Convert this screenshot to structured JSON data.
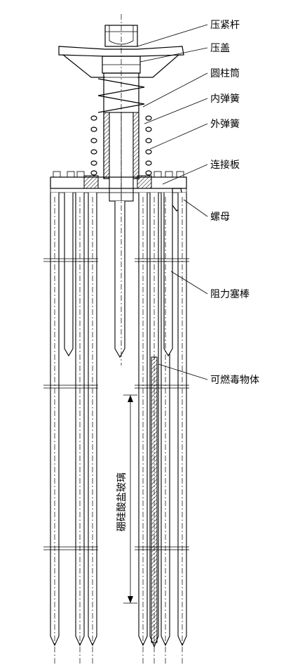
{
  "labels": {
    "compression_rod": "压紧杆",
    "cap": "压盖",
    "cylinder": "圆柱筒",
    "inner_spring": "内弹簧",
    "outer_spring": "外弹簧",
    "connecting_plate": "连接板",
    "nut": "螺母",
    "resistance_plug_rod": "阻力塞棒",
    "burnable_poison": "可燃毒物体",
    "borosilicate_glass": "硼硅酸盐玻璃"
  }
}
